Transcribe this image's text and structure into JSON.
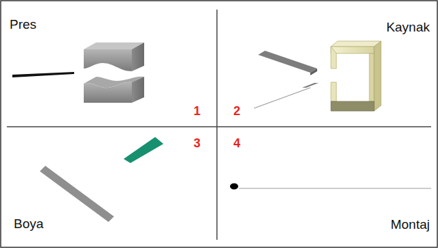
{
  "diagram": {
    "labels": [
      "Pres",
      "Kaynak",
      "1",
      "2",
      "3",
      "4",
      "Boya",
      "Montaj"
    ]
  }
}
